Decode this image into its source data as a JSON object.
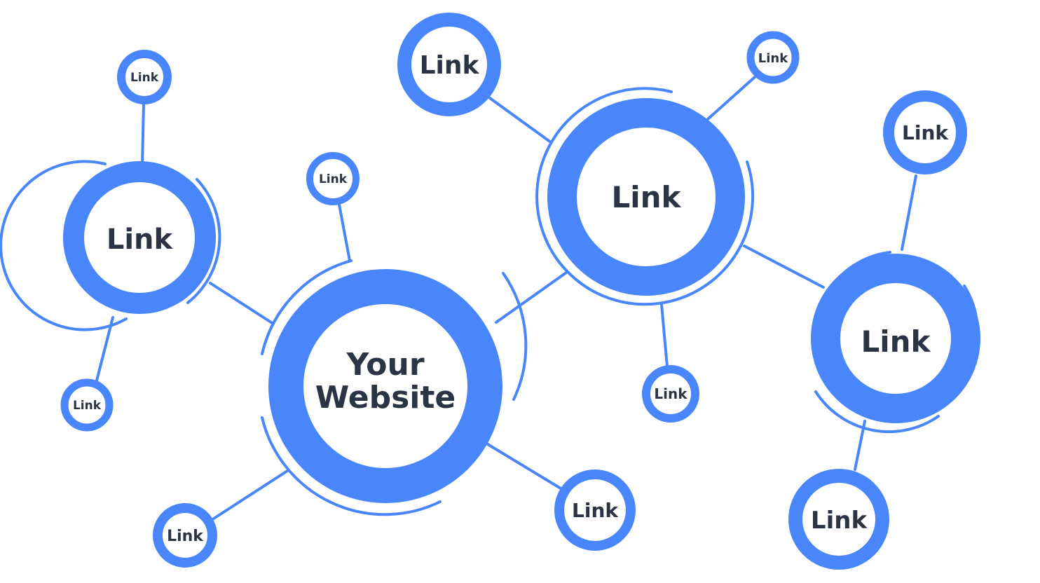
{
  "colors": {
    "accent": "#4a86fb",
    "text": "#2b3445",
    "background": "#ffffff"
  },
  "hub": {
    "line1": "Your",
    "line2": "Website"
  },
  "nodes": {
    "left_main": "Link",
    "mid_main": "Link",
    "right_main": "Link",
    "left_top": "Link",
    "left_bottom": "Link",
    "hub_top": "Link",
    "hub_bottom_left": "Link",
    "hub_bottom_right": "Link",
    "mid_top_left": "Link",
    "mid_top_right": "Link",
    "mid_bottom": "Link",
    "right_top": "Link",
    "right_bottom": "Link"
  }
}
